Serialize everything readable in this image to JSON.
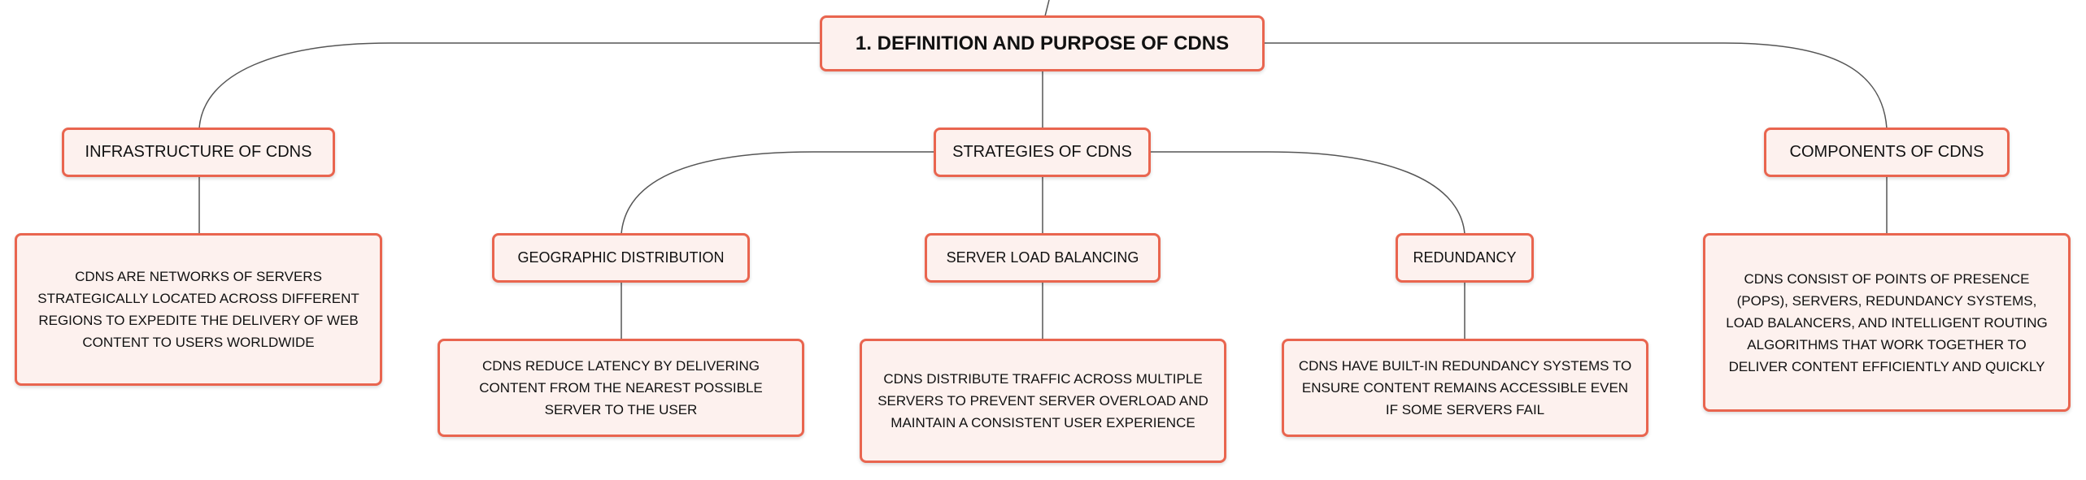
{
  "root": {
    "label": "1. DEFINITION AND PURPOSE OF CDNS"
  },
  "infrastructure": {
    "label": "INFRASTRUCTURE OF CDNS",
    "detail": "CDNS ARE NETWORKS OF SERVERS STRATEGICALLY LOCATED ACROSS DIFFERENT REGIONS TO EXPEDITE THE DELIVERY OF WEB CONTENT TO USERS WORLDWIDE"
  },
  "strategies": {
    "label": "STRATEGIES OF CDNS",
    "items": [
      {
        "label": "GEOGRAPHIC DISTRIBUTION",
        "detail": "CDNS REDUCE LATENCY BY DELIVERING CONTENT FROM THE NEAREST POSSIBLE SERVER TO THE USER"
      },
      {
        "label": "SERVER LOAD BALANCING",
        "detail": "CDNS DISTRIBUTE TRAFFIC ACROSS MULTIPLE SERVERS TO PREVENT SERVER OVERLOAD AND MAINTAIN A CONSISTENT USER EXPERIENCE"
      },
      {
        "label": "REDUNDANCY",
        "detail": "CDNS HAVE BUILT-IN REDUNDANCY SYSTEMS TO ENSURE CONTENT REMAINS ACCESSIBLE EVEN IF SOME SERVERS FAIL"
      }
    ]
  },
  "components": {
    "label": "COMPONENTS OF CDNS",
    "detail": "CDNS CONSIST OF POINTS OF PRESENCE (POPS), SERVERS, REDUNDANCY SYSTEMS, LOAD BALANCERS, AND INTELLIGENT ROUTING ALGORITHMS THAT WORK TOGETHER TO DELIVER CONTENT EFFICIENTLY AND QUICKLY"
  },
  "colors": {
    "border": "#e9654f",
    "fill": "#fdf1ee",
    "connector": "#555555"
  }
}
